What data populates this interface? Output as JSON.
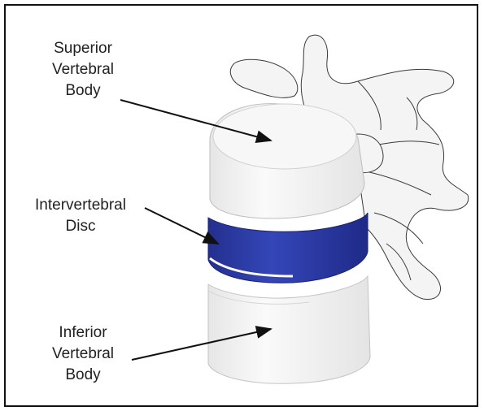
{
  "labels": {
    "superior": {
      "line1": "Superior",
      "line2": "Vertebral",
      "line3": "Body"
    },
    "disc": {
      "line1": "Intervertebral",
      "line2": "Disc"
    },
    "inferior": {
      "line1": "Inferior",
      "line2": "Vertebral",
      "line3": "Body"
    }
  },
  "colors": {
    "bone": "#f2f2f2",
    "bone_outline": "#3a3a3a",
    "disc": "#2f3fb0",
    "disc_dark": "#1c2680",
    "frame": "#111111",
    "arrow": "#111111"
  }
}
